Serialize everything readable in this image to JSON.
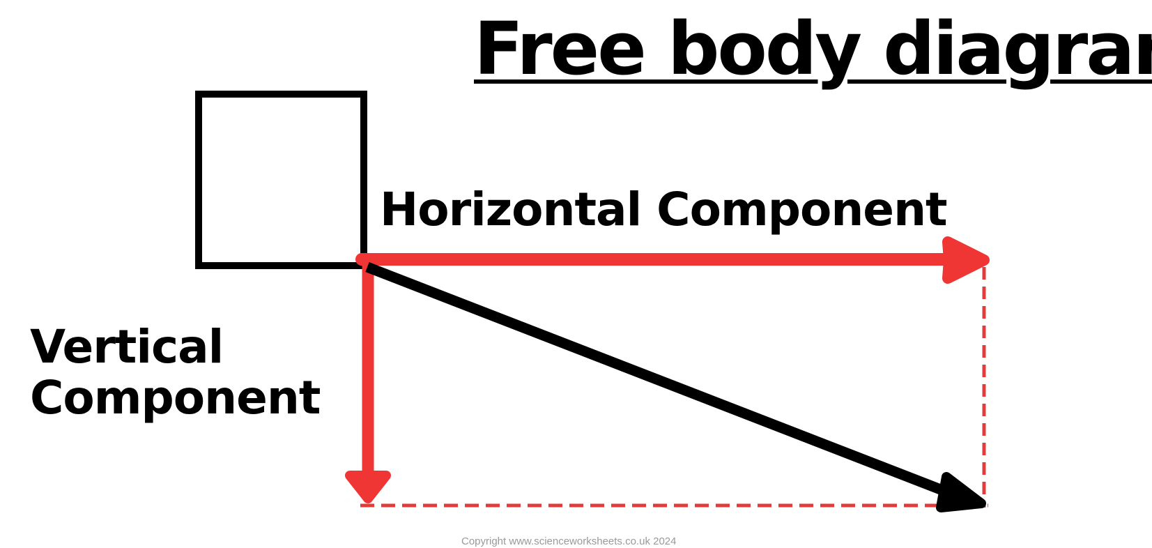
{
  "title": "Free body diagram",
  "labels": {
    "horizontal": "Horizontal Component",
    "vertical_line1": "Vertical",
    "vertical_line2": "Component"
  },
  "copyright": "Copyright www.scienceworksheets.co.uk 2024",
  "colors": {
    "component": "#f03535",
    "resultant": "#000000",
    "box": "#000000"
  }
}
